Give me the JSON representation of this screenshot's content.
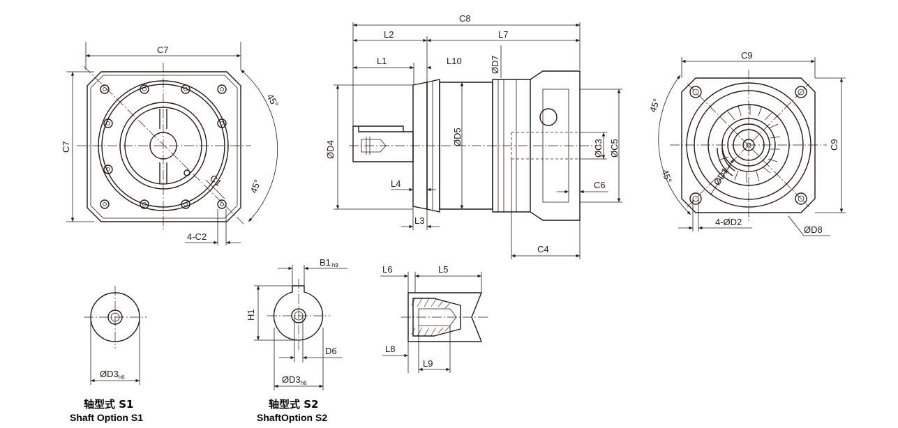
{
  "front_view": {
    "labels": {
      "c7_top": "C7",
      "c7_side": "C7",
      "angle_top": "45°",
      "angle_bottom": "45°",
      "c1": "C1",
      "c2": "4-C2"
    }
  },
  "side_view": {
    "labels": {
      "c8": "C8",
      "l2": "L2",
      "l7": "L7",
      "l1": "L1",
      "l10": "L10",
      "d7": "ØD7",
      "d4": "ØD4",
      "d5": "ØD5",
      "c3": "ØC3",
      "c5": "ØC5",
      "l4": "L4",
      "c6": "C6",
      "l3": "L3",
      "c4": "C4"
    }
  },
  "rear_view": {
    "labels": {
      "c9_top": "C9",
      "c9_side": "C9",
      "angle_top": "45°",
      "angle_bottom": "45°",
      "d1": "ØD1",
      "d2": "4-ØD2",
      "d8": "ØD8"
    }
  },
  "shaft_s1": {
    "labels": {
      "d3": "ØD3",
      "d3_tol": "h6"
    },
    "caption_cn": "轴型式 S1",
    "caption_en": "Shaft Option S1"
  },
  "shaft_s2": {
    "labels": {
      "b1": "B1",
      "b1_tol": "h9",
      "h1": "H1",
      "d6": "D6",
      "d3": "ØD3",
      "d3_tol": "h6"
    },
    "caption_cn": "轴型式 S2",
    "caption_en": "ShaftOption S2"
  },
  "shaft_detail": {
    "labels": {
      "l6": "L6",
      "l5": "L5",
      "l8": "L8",
      "l9": "L9"
    }
  }
}
